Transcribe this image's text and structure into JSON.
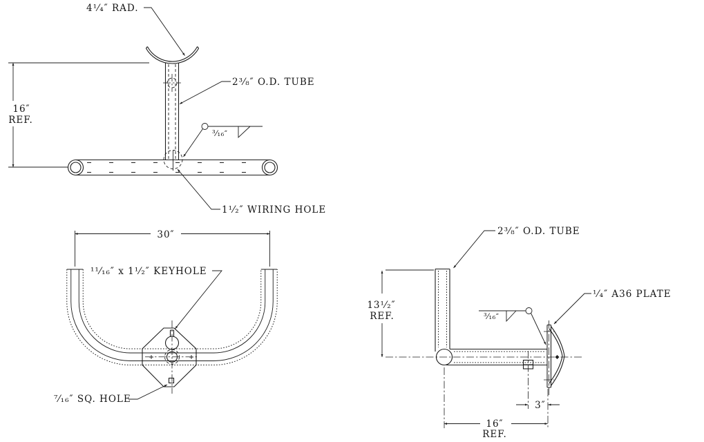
{
  "drawing": {
    "title": "pole-top bracket fabrication drawing",
    "colors": {
      "line": "#1c1c1c",
      "background": "#ffffff"
    },
    "front": {
      "radius_label": "4¹⁄₄″ RAD.",
      "tube_label": "2³⁄₈″ O.D. TUBE",
      "dim_height": "16″",
      "dim_height_ref": "REF.",
      "weld_size": "³⁄₁₆″",
      "wiring_label": "1¹⁄₂″ WIRING HOLE"
    },
    "top": {
      "dim_width": "30″",
      "keyhole_label": "¹¹⁄₁₆″ x 1¹⁄₂″ KEYHOLE",
      "sqhole_label": "⁷⁄₁₆″ SQ. HOLE"
    },
    "side": {
      "tube_label": "2³⁄₈″ O.D. TUBE",
      "dim_height": "13¹⁄₂″",
      "dim_height_ref": "REF.",
      "weld_size": "³⁄₁₆″",
      "plate_label": "¹⁄₄″ A36 PLATE",
      "dim_offset": "3″",
      "dim_length": "16″",
      "dim_length_ref": "REF."
    }
  }
}
